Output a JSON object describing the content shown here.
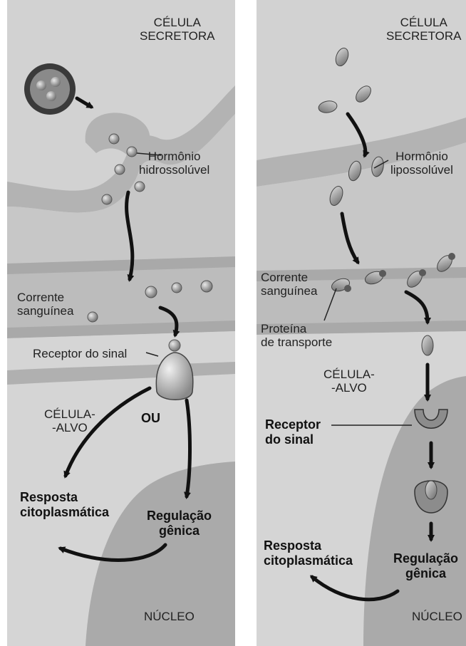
{
  "left_panel": {
    "secretory_cell": "CÉLULA\nSECRETORA",
    "hormone": "Hormônio\nhidrossolúvel",
    "bloodstream": "Corrente\nsanguínea",
    "receptor": "Receptor do sinal",
    "target_cell": "CÉLULA-\n-ALVO",
    "or": "OU",
    "cytoplasmic_response": "Resposta\ncitoplasmática",
    "gene_regulation": "Regulação\ngênica",
    "nucleus": "NÚCLEO"
  },
  "right_panel": {
    "secretory_cell": "CÉLULA\nSECRETORA",
    "hormone": "Hormônio\nlipossolúvel",
    "bloodstream": "Corrente\nsanguínea",
    "transport_protein": "Proteína\nde transporte",
    "target_cell": "CÉLULA-\n-ALVO",
    "receptor": "Receptor\ndo sinal",
    "cytoplasmic_response": "Resposta\ncitoplasmática",
    "gene_regulation": "Regulação\ngênica",
    "nucleus": "NÚCLEO"
  },
  "colors": {
    "cell_fill": "#cfcfcf",
    "membrane_fill": "#b5b5b5",
    "blood_fill": "#c4c4c4",
    "nucleus_fill": "#a8a8a8",
    "hormone_fill": "#8e8e8e",
    "arrow": "#111111"
  },
  "icons": {
    "secretory_vesicle": "vesicle-icon",
    "hormone_particle": "hormone-icon",
    "receptor": "receptor-icon"
  }
}
